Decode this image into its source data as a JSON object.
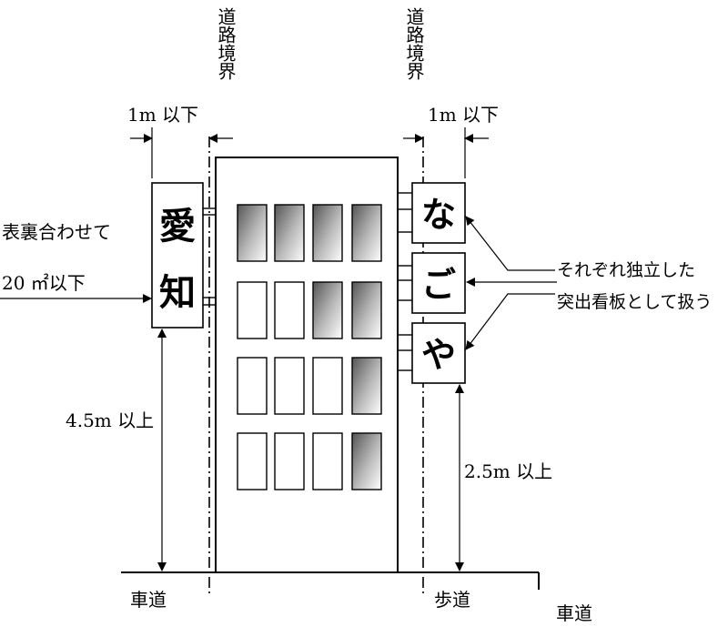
{
  "labels": {
    "road_boundary_left": "道路境界",
    "road_boundary_right": "道路境界",
    "limit_left": "1m 以下",
    "limit_right": "1m 以下",
    "area_line1": "表裏合わせて",
    "area_line2": "20 ㎡以下",
    "height_left": "4.5m 以上",
    "height_right": "2.5m 以上",
    "note_line1": "それぞれ独立した",
    "note_line2": "突出看板として扱う",
    "ground_left": "車道",
    "ground_sidewalk": "歩道",
    "ground_right": "車道"
  },
  "signs": {
    "left": [
      "愛",
      "知"
    ],
    "right": [
      "な",
      "ご",
      "や"
    ]
  },
  "window_shading": [
    [
      true,
      true,
      true,
      true
    ],
    [
      false,
      false,
      true,
      true
    ],
    [
      false,
      false,
      false,
      true
    ],
    [
      false,
      false,
      false,
      true
    ]
  ]
}
